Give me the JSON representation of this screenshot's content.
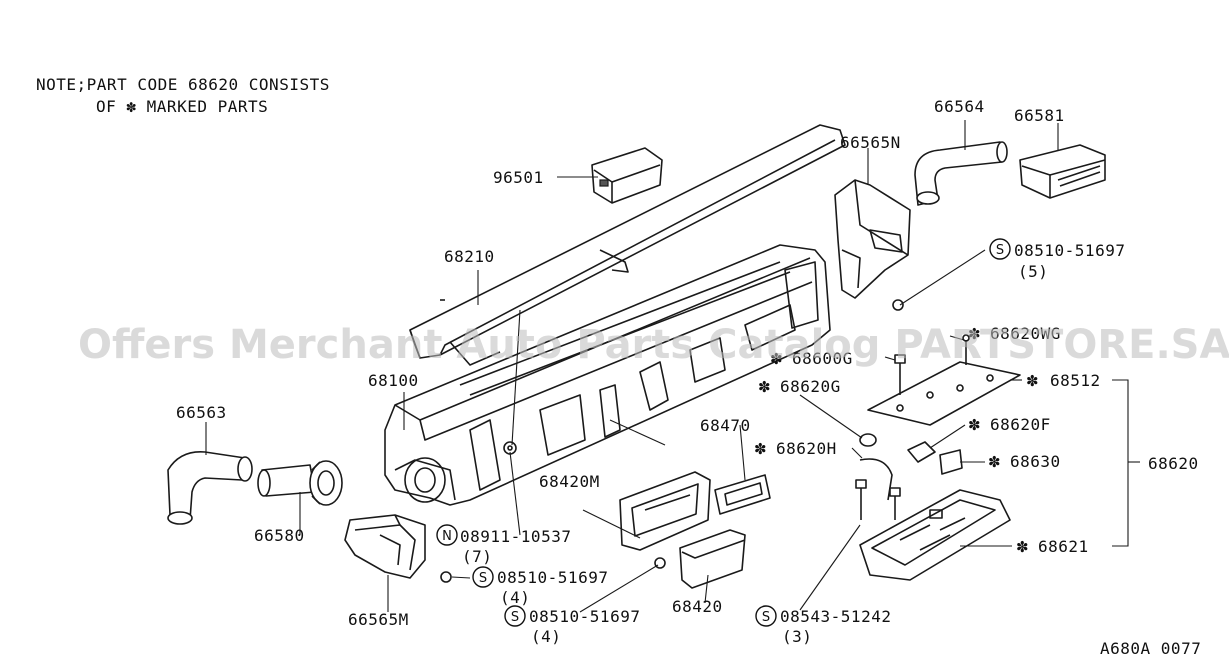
{
  "note": {
    "line1": "NOTE;PART CODE 68620 CONSISTS",
    "line2": "OF ✽ MARKED PARTS"
  },
  "watermark": "Offers Merchant Auto Parts Catalog PARTSTORE.SA",
  "diagram_code": "A680A 0077",
  "parts": {
    "p96501": "96501",
    "p68210": "68210",
    "p68100": "68100",
    "p66563": "66563",
    "p66580": "66580",
    "p66565M": "66565M",
    "p66565N": "66565N",
    "p66564": "66564",
    "p66581": "66581",
    "p68420M": "68420M",
    "p68470": "68470",
    "p68420": "68420",
    "p68620": "68620",
    "p68512": "68512",
    "p68620G": "68620G",
    "p68600G": "68600G",
    "p68620WG": "68620WG",
    "p68620F": "68620F",
    "p68620H": "68620H",
    "p68630": "68630",
    "p68621": "68621"
  },
  "fasteners": {
    "bolt_top": {
      "symbol": "S",
      "code": "08510-51697",
      "qty": "(5)"
    },
    "nut_center": {
      "symbol": "N",
      "code": "08911-10537",
      "qty": "(7)"
    },
    "bolt_left": {
      "symbol": "S",
      "code": "08510-51697",
      "qty": "(4)"
    },
    "bolt_bottom": {
      "symbol": "S",
      "code": "08510-51697",
      "qty": "(4)"
    },
    "bolt_right": {
      "symbol": "S",
      "code": "08543-51242",
      "qty": "(3)"
    }
  },
  "marker_symbol": "✽",
  "colors": {
    "line": "#1a1a1a",
    "watermark": "#bdbdbd",
    "background": "#ffffff"
  }
}
